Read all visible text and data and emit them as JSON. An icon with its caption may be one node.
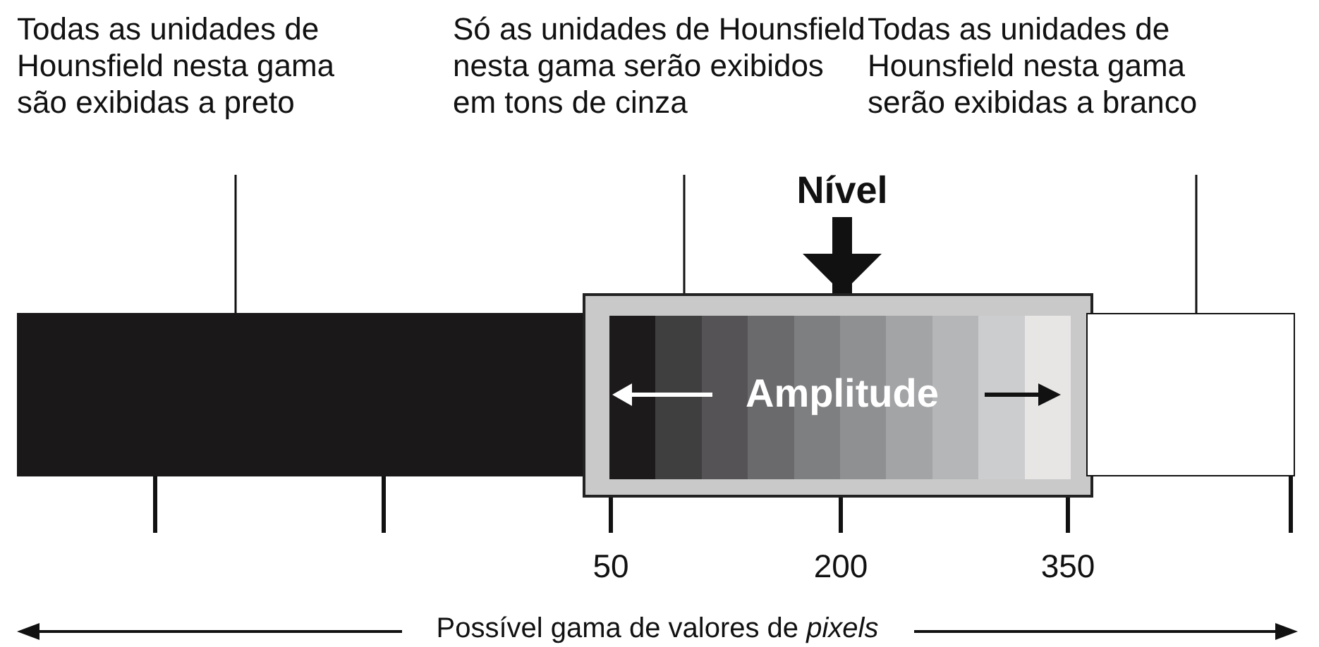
{
  "diagram": {
    "nodes": [
      {
        "text": [
          "Todas as unidades de Hounsfield nesta gama são exibidas a preto"
        ]
      },
      {
        "text": [
          "Só as unidades de Hounsfield nesta gama serão exibidos em tons de cinza"
        ]
      },
      {
        "text": [
          "Todas as unidades de Hounsfield nesta gama serão exibidas a branco"
        ]
      },
      {
        "text": [],
        "shape": "bar"
      },
      {
        "text": [],
        "shape": "box"
      },
      {
        "text": [],
        "shape": "bar",
        "in": 4
      },
      {
        "text": [],
        "shape": "bar"
      },
      {
        "text": [
          "Nível"
        ]
      }
    ],
    "edges": [
      {
        "from": 0,
        "to": 3,
        "arrow": "none"
      },
      {
        "from": 1,
        "to": 5,
        "arrow": "none"
      },
      {
        "from": 2,
        "to": 6,
        "arrow": "none"
      },
      {
        "from": 7,
        "to": 4,
        "arrow": "to",
        "style": "thick"
      }
    ],
    "labels": [
      "Amplitude",
      "50",
      "200",
      "350",
      "Possível gama de valores de *pixels*"
    ]
  }
}
